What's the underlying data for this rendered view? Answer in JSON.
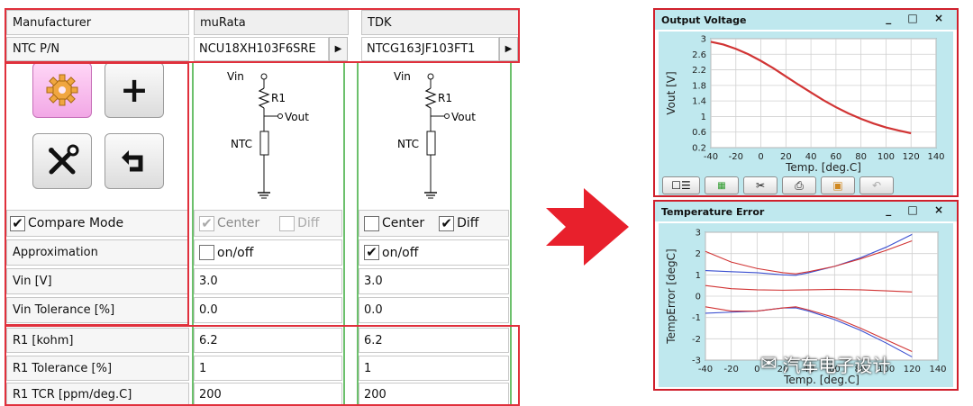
{
  "header": {
    "manufacturer_label": "Manufacturer",
    "ntc_label": "NTC P/N",
    "col1_maker": "muRata",
    "col1_pn": "NCU18XH103F6SRE",
    "col2_maker": "TDK",
    "col2_pn": "NTCG163JF103FT1"
  },
  "tools": {
    "settings": "gear-icon",
    "add": "+",
    "repair": "tools-icon",
    "undo": "undo-icon"
  },
  "circuit": {
    "vin": "Vin",
    "r1": "R1",
    "vout": "Vout",
    "ntc": "NTC"
  },
  "rows": {
    "compare_mode": "Compare Mode",
    "center": "Center",
    "diff": "Diff",
    "approximation": "Approximation",
    "onoff": "on/off",
    "vin": "Vin [V]",
    "vin_tol": "Vin Tolerance [%]",
    "r1": "R1 [kohm]",
    "r1_tol": "R1 Tolerance [%]",
    "r1_tcr": "R1 TCR [ppm/deg.C]"
  },
  "col1": {
    "center_checked": true,
    "diff_checked": false,
    "approx_checked": false,
    "vin": "3.0",
    "vin_tol": "0.0",
    "r1": "6.2",
    "r1_tol": "1",
    "r1_tcr": "200"
  },
  "col2": {
    "center_checked": false,
    "diff_checked": true,
    "approx_checked": true,
    "vin": "3.0",
    "vin_tol": "0.0",
    "r1": "6.2",
    "r1_tol": "1",
    "r1_tcr": "200"
  },
  "compare_checked": true,
  "colors": {
    "red_frame": "#e0303c",
    "green_frame": "#6cc06c",
    "win_title": "#bfe8ee",
    "arrow": "#e8202c",
    "curve": "#d13434"
  },
  "windows": {
    "vout_title": "Output Voltage",
    "err_title": "Temperature Error",
    "controls": "_ □ ×"
  },
  "watermark": "汽车电子设计",
  "chart_data": [
    {
      "type": "line",
      "title": "Output Voltage",
      "xlabel": "Temp. [deg.C]",
      "ylabel": "Vout [V]",
      "xlim": [
        -40,
        140
      ],
      "ylim": [
        0.2,
        3
      ],
      "xticks": [
        -40,
        -20,
        0,
        20,
        40,
        60,
        80,
        100,
        120,
        140
      ],
      "yticks": [
        0.2,
        0.6,
        1,
        1.4,
        1.8,
        2.2,
        2.6,
        3
      ],
      "ytick_labels": [
        "0.2",
        "0.6",
        "1",
        "1.4",
        "1.8",
        "2.2",
        "2.6",
        "3"
      ],
      "grid": true,
      "series": [
        {
          "x": [
            -40,
            -30,
            -20,
            -10,
            0,
            10,
            20,
            30,
            40,
            50,
            60,
            70,
            80,
            90,
            100,
            110,
            120
          ],
          "values": [
            2.92,
            2.85,
            2.74,
            2.6,
            2.43,
            2.24,
            2.03,
            1.82,
            1.62,
            1.42,
            1.24,
            1.08,
            0.94,
            0.82,
            0.72,
            0.64,
            0.57
          ],
          "color": "#d13434"
        }
      ]
    },
    {
      "type": "line",
      "title": "Temperature Error",
      "xlabel": "Temp. [deg.C]",
      "ylabel": "TempError [degC]",
      "xlim": [
        -40,
        140
      ],
      "ylim": [
        -3,
        3
      ],
      "xticks": [
        -40,
        -20,
        0,
        20,
        40,
        60,
        80,
        100,
        120,
        140
      ],
      "xtick_labels": [
        "-40",
        "-20",
        "0",
        "20",
        "40",
        "60",
        "80",
        "100",
        "120",
        "140"
      ],
      "yticks": [
        -3,
        -2,
        -1,
        0,
        1,
        2,
        3
      ],
      "grid": true,
      "series": [
        {
          "x": [
            -40,
            -20,
            0,
            20,
            30,
            40,
            60,
            80,
            100,
            120
          ],
          "values": [
            1.2,
            1.15,
            1.1,
            1.0,
            0.98,
            1.1,
            1.4,
            1.8,
            2.3,
            2.9
          ],
          "color": "#3a4fd0"
        },
        {
          "x": [
            -40,
            -20,
            0,
            20,
            30,
            40,
            60,
            80,
            100,
            120
          ],
          "values": [
            -0.8,
            -0.75,
            -0.7,
            -0.55,
            -0.55,
            -0.7,
            -1.1,
            -1.6,
            -2.2,
            -2.85
          ],
          "color": "#3a4fd0"
        },
        {
          "x": [
            -40,
            -20,
            0,
            20,
            30,
            40,
            60,
            80,
            100,
            120
          ],
          "values": [
            2.1,
            1.6,
            1.3,
            1.1,
            1.05,
            1.15,
            1.4,
            1.75,
            2.15,
            2.6
          ],
          "color": "#d13434"
        },
        {
          "x": [
            -40,
            -20,
            0,
            20,
            40,
            60,
            80,
            100,
            120
          ],
          "values": [
            0.5,
            0.35,
            0.3,
            0.28,
            0.3,
            0.32,
            0.3,
            0.25,
            0.2
          ],
          "color": "#d13434"
        },
        {
          "x": [
            -40,
            -20,
            0,
            20,
            30,
            40,
            60,
            80,
            100,
            120
          ],
          "values": [
            -0.5,
            -0.7,
            -0.7,
            -0.55,
            -0.5,
            -0.65,
            -1.0,
            -1.5,
            -2.05,
            -2.6
          ],
          "color": "#d13434"
        }
      ]
    }
  ]
}
